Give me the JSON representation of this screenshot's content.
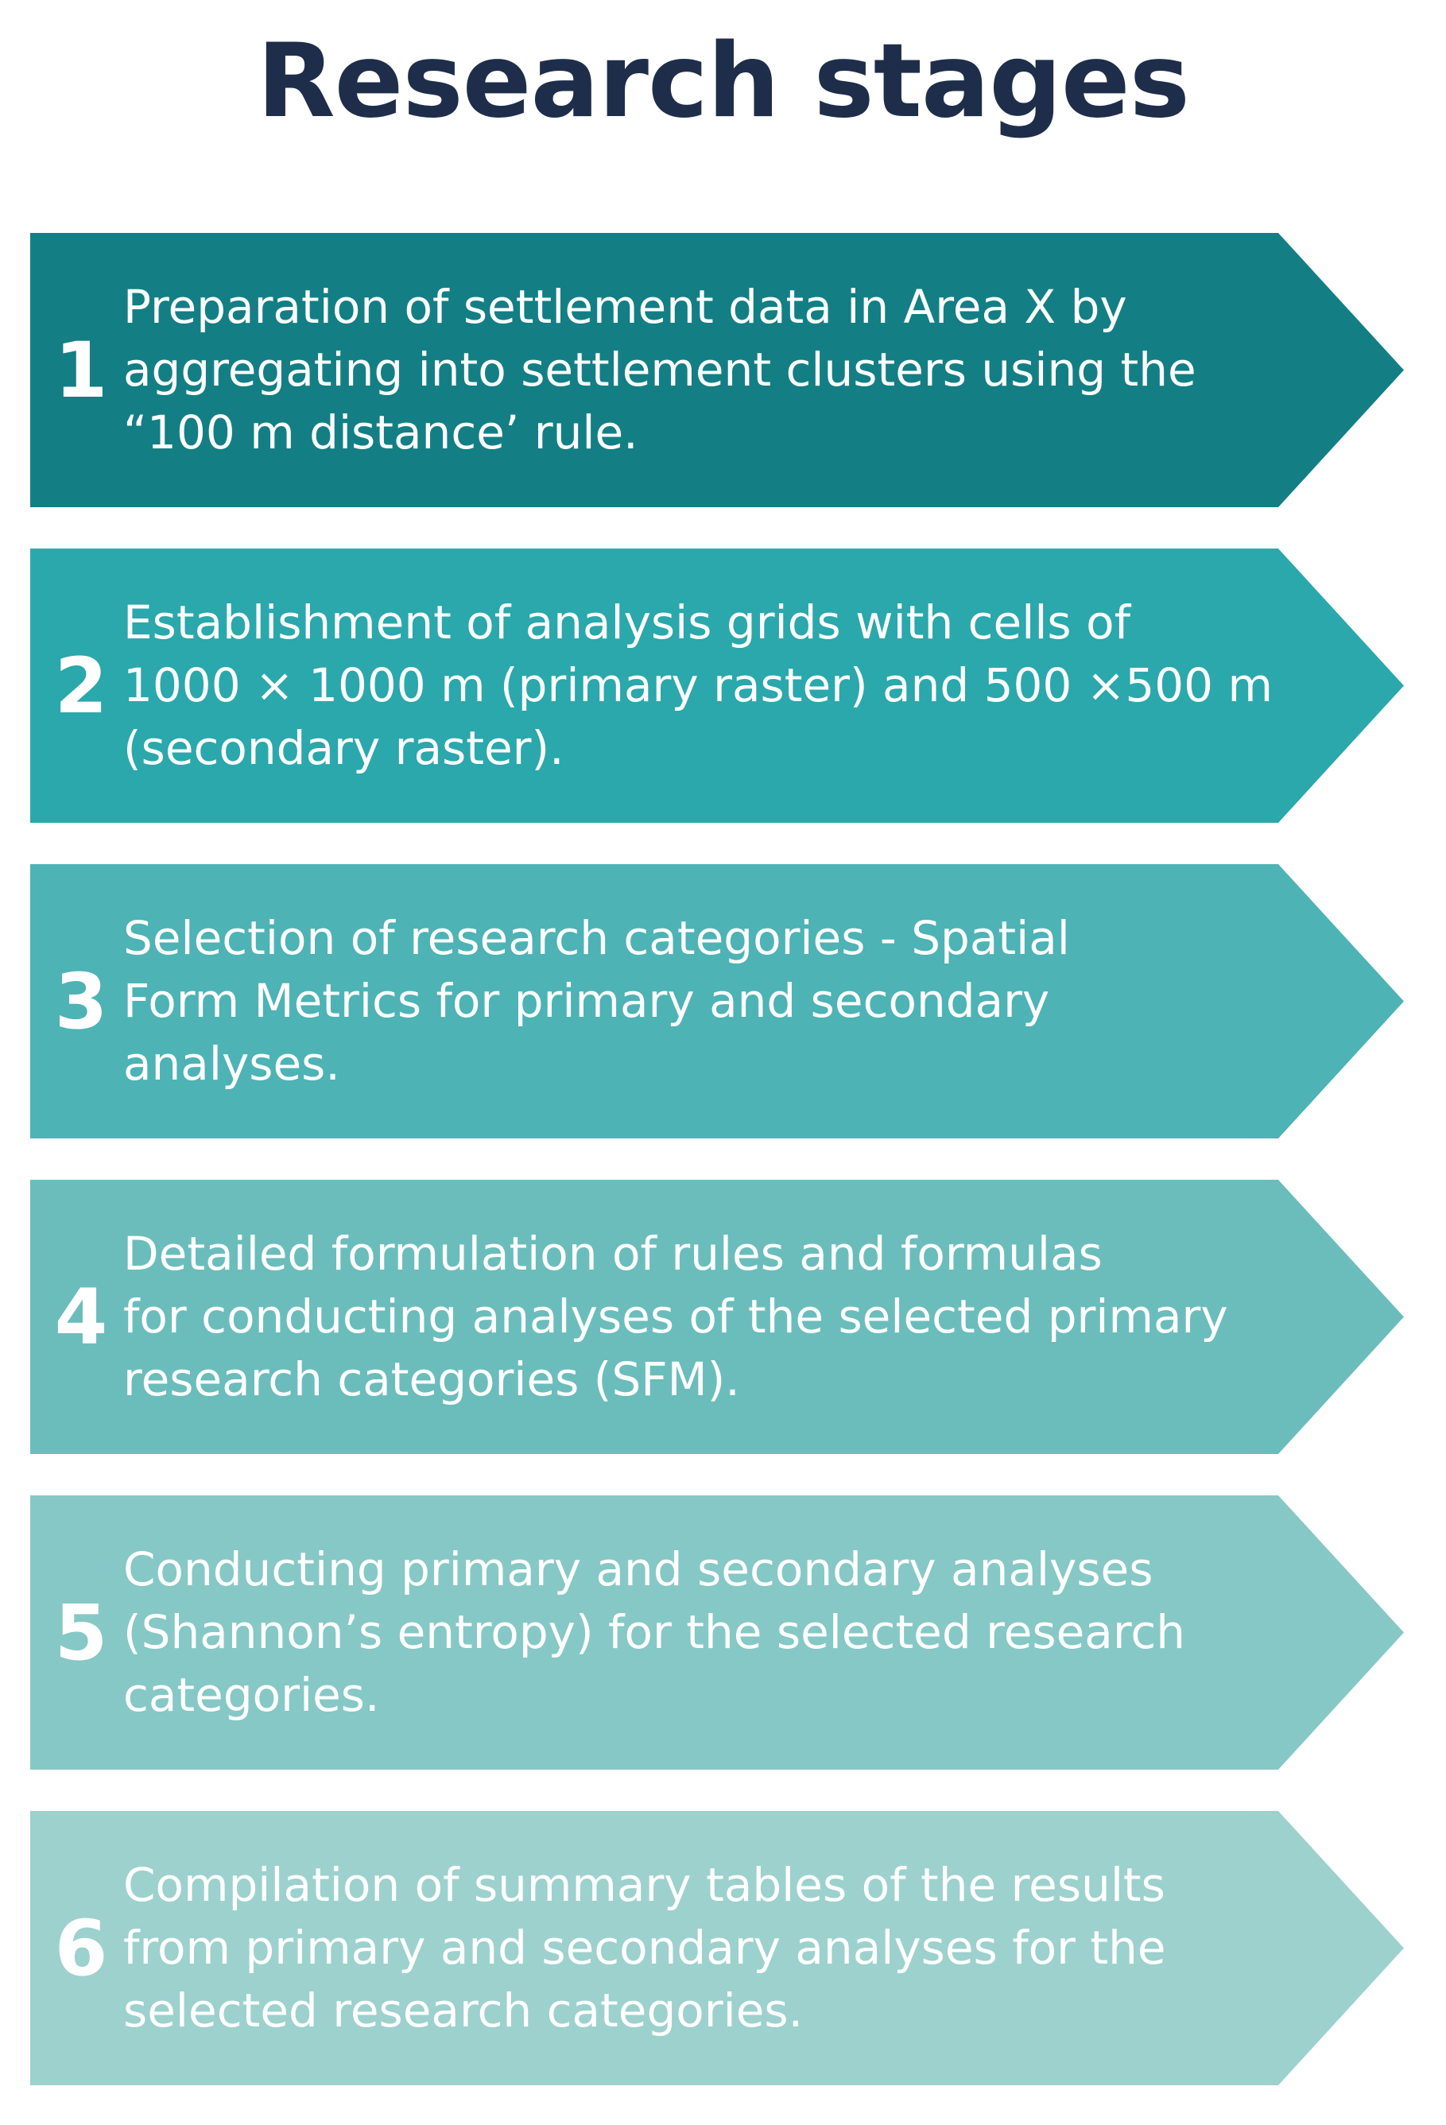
{
  "title": "Research stages",
  "colors": {
    "title": "#1e2e4a",
    "stage_1": "#137f84",
    "stage_2": "#2aa8ac",
    "stage_3": "#4db3b5",
    "stage_4": "#6bbdbc",
    "stage_5": "#86c8c5",
    "stage_6": "#9dd1cd",
    "text": "#ffffff"
  },
  "stages": [
    {
      "number": "1",
      "text": "Preparation of settlement data in Area X by\naggregating into settlement clusters using the\n“100 m distance’ rule."
    },
    {
      "number": "2",
      "text": "Establishment of analysis grids with cells of\n1000 × 1000 m (primary raster) and 500 ×500 m\n(secondary raster)."
    },
    {
      "number": "3",
      "text": "Selection of research categories - Spatial\nForm Metrics for primary and secondary\nanalyses."
    },
    {
      "number": "4",
      "text": "Detailed formulation of rules and formulas\nfor conducting analyses of the selected primary\nresearch categories (SFM)."
    },
    {
      "number": "5",
      "text": "Conducting primary and secondary analyses\n(Shannon’s entropy) for the selected research\ncategories."
    },
    {
      "number": "6",
      "text": "Compilation of summary tables of the results\nfrom primary and secondary analyses for the\nselected research categories."
    }
  ]
}
